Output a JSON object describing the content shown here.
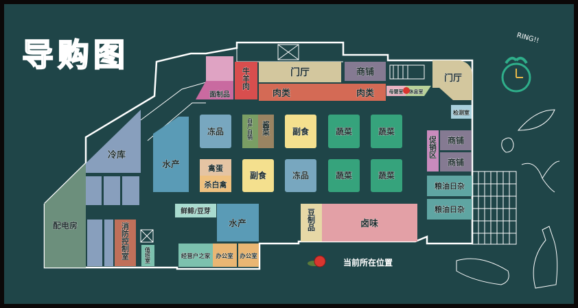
{
  "title": "导购图",
  "legend": {
    "current_location": "当前所在位置"
  },
  "doodle_text": "RING!!",
  "rooms": {
    "noodle": {
      "label": "面制品",
      "color": "#c96aa0"
    },
    "beef_mutton": {
      "label": "牛羊肉",
      "color": "#d84e4e"
    },
    "lobby_top": {
      "label": "门厅",
      "color": "#d3c79e"
    },
    "meat_1": {
      "label": "肉类",
      "color": "#d46a55"
    },
    "shop_top": {
      "label": "商铺",
      "color": "#857a92"
    },
    "meat_2": {
      "label": "肉类",
      "color": "#d46a55"
    },
    "mother_baby": {
      "label": "母婴室",
      "color": "#e9b3c2"
    },
    "rest_room": {
      "label": "休息室",
      "color": "#b9d29a"
    },
    "lobby_right": {
      "label": "门厅",
      "color": "#d3c79e"
    },
    "inspection": {
      "label": "检测室",
      "color": "#a8d0dc"
    },
    "promotion": {
      "label": "促销区",
      "color": "#c98bbd"
    },
    "shop_r1": {
      "label": "商铺",
      "color": "#857a92"
    },
    "shop_r2": {
      "label": "商铺",
      "color": "#857a92"
    },
    "grain_oil_1": {
      "label": "粮油日杂",
      "color": "#5fa5a2"
    },
    "grain_oil_2": {
      "label": "粮油日杂",
      "color": "#5fa5a2"
    },
    "frozen_1": {
      "label": "冻品",
      "color": "#78a7bf"
    },
    "self_produced": {
      "label": "自产自销",
      "color": "#7a9e64"
    },
    "pickles": {
      "label": "酱菜",
      "color": "#9a8462"
    },
    "groceries_1": {
      "label": "副食",
      "color": "#f4e08e"
    },
    "veg_1": {
      "label": "蔬菜",
      "color": "#36a37c"
    },
    "veg_2": {
      "label": "蔬菜",
      "color": "#36a37c"
    },
    "poultry_egg": {
      "label": "禽蛋",
      "color": "#e5c4a3"
    },
    "slaughtered_poultry": {
      "label": "杀白禽",
      "color": "#efc17f"
    },
    "groceries_2": {
      "label": "副食",
      "color": "#f4e08e"
    },
    "frozen_2": {
      "label": "冻品",
      "color": "#78a7bf"
    },
    "veg_3": {
      "label": "蔬菜",
      "color": "#36a37c"
    },
    "veg_4": {
      "label": "蔬菜",
      "color": "#36a37c"
    },
    "aquatic_1": {
      "label": "水产",
      "color": "#5a9bb6"
    },
    "cold_storage": {
      "label": "冷库",
      "color": "#889fbd"
    },
    "power_room": {
      "label": "配电房",
      "color": "#6c8f7c"
    },
    "fire_control": {
      "label": "消防控制室",
      "color": "#c0705a"
    },
    "duty_room": {
      "label": "值班室",
      "color": "#7cc1ae"
    },
    "sprouts": {
      "label": "鲜鲱/豆芽",
      "color": "#a9dbcf"
    },
    "aquatic_2": {
      "label": "水产",
      "color": "#5a9bb6"
    },
    "merchants_home": {
      "label": "经营户之家",
      "color": "#7cc1ae"
    },
    "office_1": {
      "label": "办公室",
      "color": "#e9b673"
    },
    "office_2": {
      "label": "办公室",
      "color": "#e9b673"
    },
    "tofu": {
      "label": "豆制品",
      "color": "#e6d8a6"
    },
    "braised": {
      "label": "卤味",
      "color": "#e3a0a6"
    }
  }
}
